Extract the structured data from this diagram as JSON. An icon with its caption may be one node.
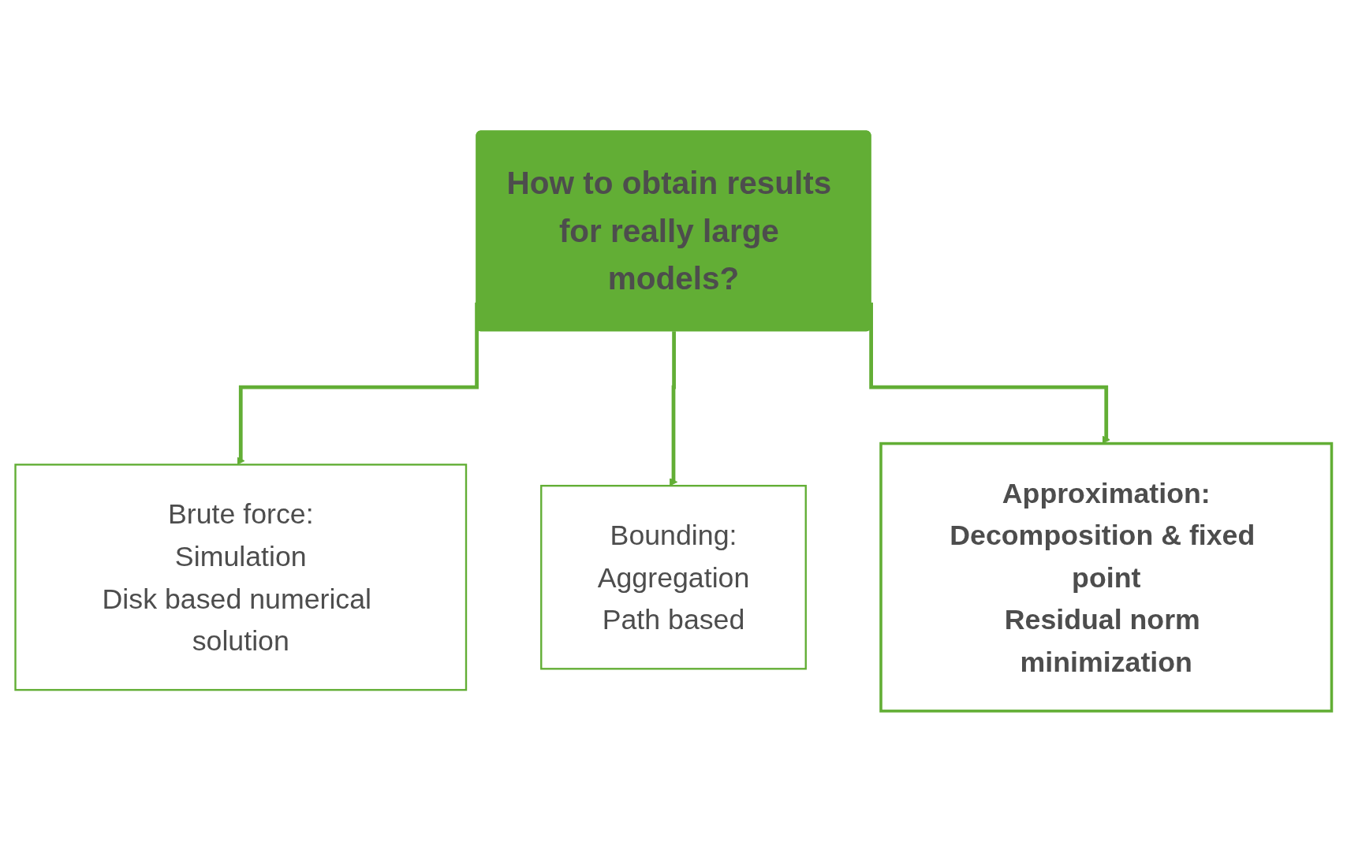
{
  "diagram": {
    "nodes": [
      {
        "text": [
          "How to obtain results for really large models?"
        ]
      },
      {
        "text": [
          "Brute force:",
          "Simulation",
          "Disk based numerical solution"
        ]
      },
      {
        "text": [
          "Bounding:",
          "Aggregation",
          "Path based"
        ]
      },
      {
        "text": [
          "Approximation:",
          "Decomposition & fixed point",
          "Residual norm minimization"
        ]
      }
    ],
    "edges": [
      {
        "from": 0,
        "to": 1,
        "arrow": "to"
      },
      {
        "from": 0,
        "to": 2,
        "arrow": "to"
      },
      {
        "from": 0,
        "to": 3,
        "arrow": "to"
      }
    ]
  }
}
